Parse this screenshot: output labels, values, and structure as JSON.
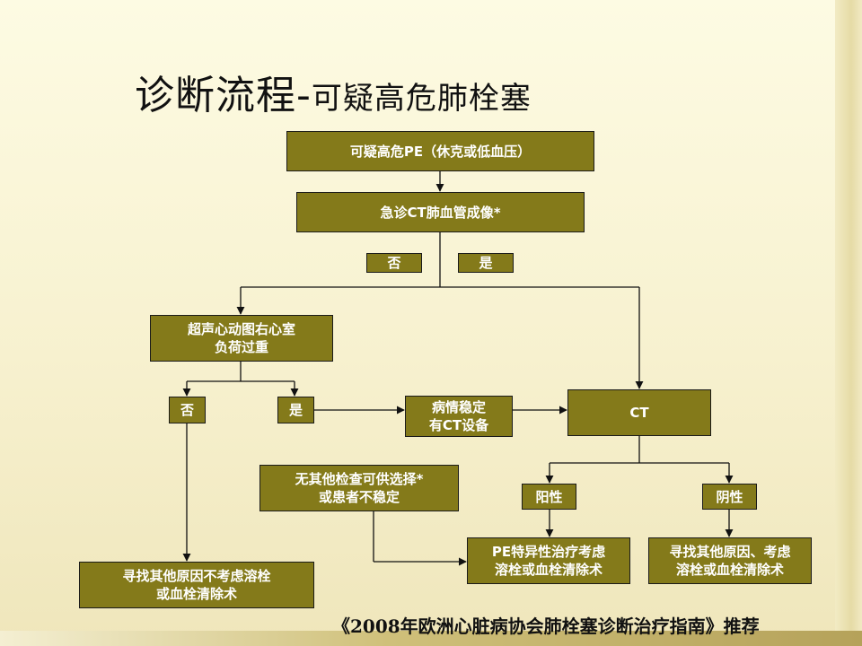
{
  "slide": {
    "title_main": "诊断流程-",
    "title_sub": "可疑高危肺栓塞",
    "footer": "《2008年欧洲心脏病协会肺栓塞诊断治疗指南》推荐"
  },
  "flowchart": {
    "nodes": {
      "suspected": "可疑高危PE（休克或低血压）",
      "ct_angio": "急诊CT肺血管成像*",
      "no_top": "否",
      "yes_top": "是",
      "echo_line1": "超声心动图右心室",
      "echo_line2": "负荷过重",
      "no_echo": "否",
      "yes_echo": "是",
      "stable_line1": "病情稳定",
      "stable_line2": "有CT设备",
      "ct": "CT",
      "noother_line1": "无其他检查可供选择*",
      "noother_line2": "或患者不稳定",
      "positive": "阳性",
      "negative": "阴性",
      "findother_line1": "寻找其他原因不考虑溶栓",
      "findother_line2": "或血栓清除术",
      "pe_line1": "PE特异性治疗考虑",
      "pe_line2": "溶栓或血栓清除术",
      "neg_line1": "寻找其他原因、考虑",
      "neg_line2": "溶栓或血栓清除术"
    }
  },
  "colors": {
    "box_fill": "#847a1a",
    "box_text": "#ffffff",
    "line": "#111111"
  }
}
